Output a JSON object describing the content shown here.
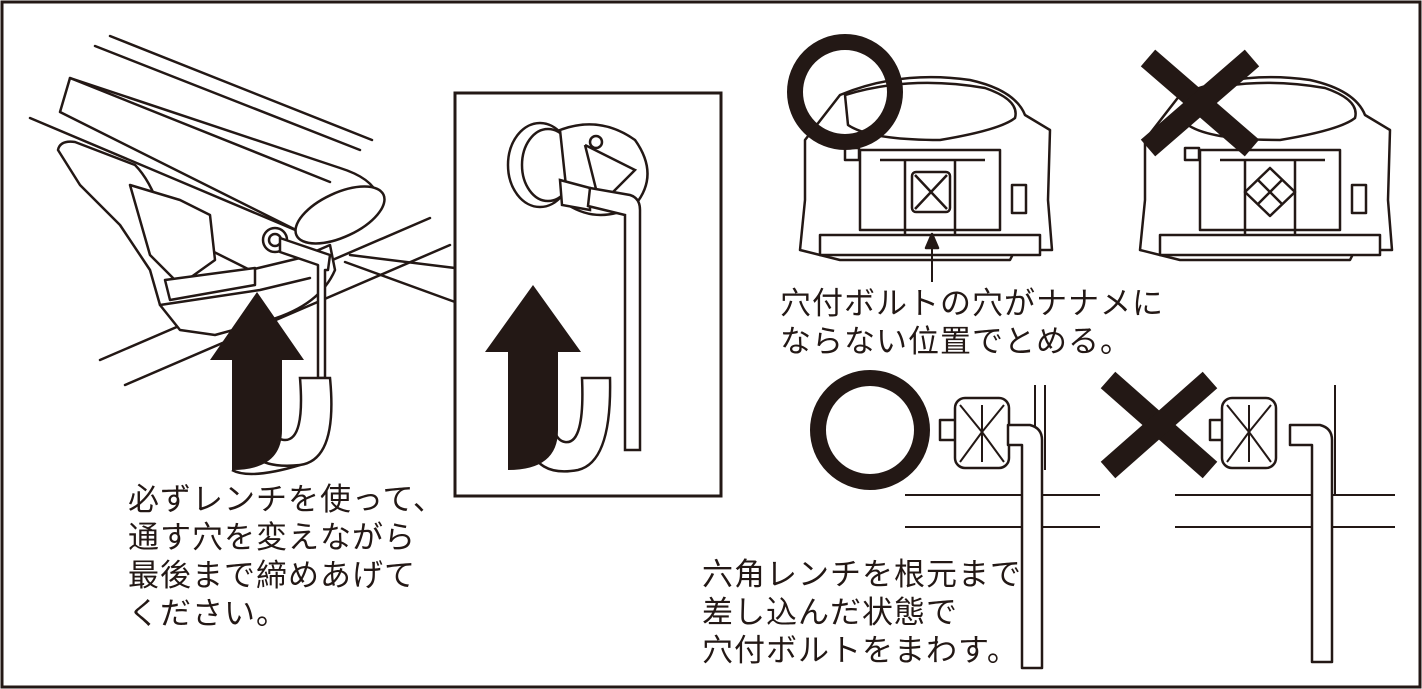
{
  "captions": {
    "left": [
      "必ずレンチを使って、",
      "通す穴を変えながら",
      "最後まで締めあげて",
      "ください。"
    ],
    "hole_orientation": [
      "穴付ボルトの穴がナナメに",
      "ならない位置でとめる。"
    ],
    "wrench_insertion": [
      "六角レンチを根元まで",
      "差し込んだ状態で",
      "穴付ボルトをまわす。"
    ]
  },
  "marks": {
    "correct": "○",
    "incorrect": "×"
  },
  "colors": {
    "ink": "#231815",
    "background": "#ffffff"
  },
  "icons": [
    "circle-correct-icon",
    "cross-incorrect-icon",
    "curved-arrow-icon",
    "hex-wrench-icon",
    "bolt-icon"
  ]
}
